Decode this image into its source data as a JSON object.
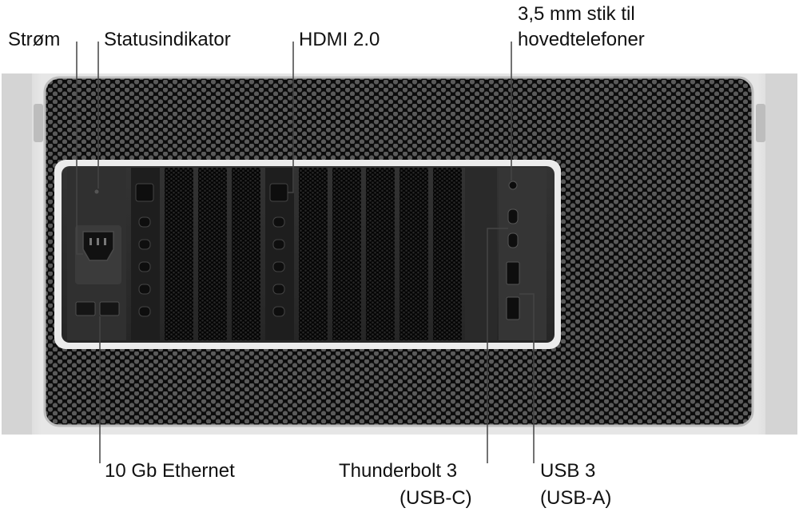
{
  "labels": {
    "power": "Strøm",
    "status": "Statusindikator",
    "hdmi": "HDMI 2.0",
    "headphone_line1": "3,5 mm stik til",
    "headphone_line2": "hovedtelefoner",
    "ethernet": "10 Gb Ethernet",
    "thunderbolt_line1": "Thunderbolt 3",
    "thunderbolt_line2": "(USB-C)",
    "usb_line1": "USB 3",
    "usb_line2": "(USB-A)"
  },
  "colors": {
    "chassis": "#d9d9d9",
    "grille": "#161616",
    "panel": "#2d2d2d",
    "slot_vent": "#0d0d0d",
    "leader": "#444444"
  }
}
